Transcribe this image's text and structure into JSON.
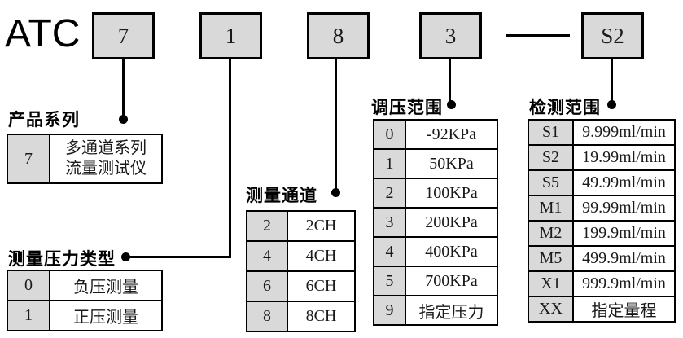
{
  "brand": "ATC",
  "code_boxes": [
    "7",
    "1",
    "8",
    "3",
    "S2"
  ],
  "colors": {
    "box_fill": "#d9d9d9",
    "line": "#000000",
    "background": "#ffffff"
  },
  "sections": [
    {
      "title": "产品系列",
      "rows": [
        {
          "key": "7",
          "value": "多通道系列\n流量测试仪"
        }
      ]
    },
    {
      "title": "测量压力类型",
      "rows": [
        {
          "key": "0",
          "value": "负压测量"
        },
        {
          "key": "1",
          "value": "正压测量"
        }
      ]
    },
    {
      "title": "测量通道",
      "rows": [
        {
          "key": "2",
          "value": "2CH"
        },
        {
          "key": "4",
          "value": "4CH"
        },
        {
          "key": "6",
          "value": "6CH"
        },
        {
          "key": "8",
          "value": "8CH"
        }
      ]
    },
    {
      "title": "调压范围",
      "rows": [
        {
          "key": "0",
          "value": "-92KPa"
        },
        {
          "key": "1",
          "value": "50KPa"
        },
        {
          "key": "2",
          "value": "100KPa"
        },
        {
          "key": "3",
          "value": "200KPa"
        },
        {
          "key": "4",
          "value": "400KPa"
        },
        {
          "key": "5",
          "value": "700KPa"
        },
        {
          "key": "9",
          "value": "指定压力"
        }
      ]
    },
    {
      "title": "检测范围",
      "rows": [
        {
          "key": "S1",
          "value": "9.999ml/min"
        },
        {
          "key": "S2",
          "value": "19.99ml/min"
        },
        {
          "key": "S5",
          "value": "49.99ml/min"
        },
        {
          "key": "M1",
          "value": "99.99ml/min"
        },
        {
          "key": "M2",
          "value": "199.9ml/min"
        },
        {
          "key": "M5",
          "value": "499.9ml/min"
        },
        {
          "key": "X1",
          "value": "999.9ml/min"
        },
        {
          "key": "XX",
          "value": "指定量程"
        }
      ]
    }
  ]
}
